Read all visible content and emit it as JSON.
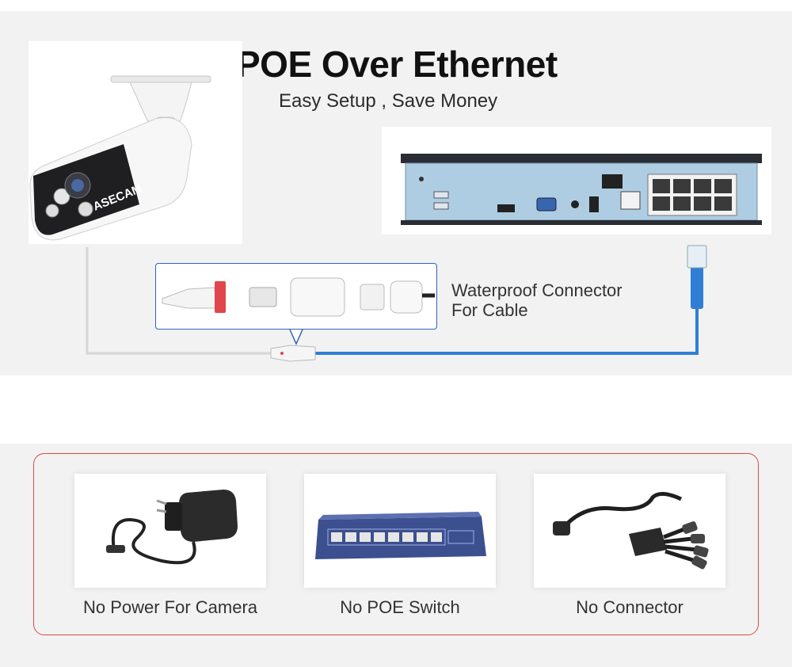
{
  "header": {
    "title": "POE Over Ethernet",
    "subtitle": "Easy Setup , Save Money"
  },
  "camera": {
    "brand": "ASECAM"
  },
  "callout": {
    "line1": "Waterproof Connector",
    "line2": "For Cable"
  },
  "items": [
    {
      "label": "No Power For Camera",
      "icon": "power-adapter-icon"
    },
    {
      "label": "No POE Switch",
      "icon": "poe-switch-icon"
    },
    {
      "label": "No Connector",
      "icon": "splitter-cable-icon"
    }
  ],
  "colors": {
    "panel_bg": "#f2f2f2",
    "frame_red": "#e0464b",
    "cable_blue": "#2f7fd6",
    "nvr_blue": "#aecde2",
    "callout_border": "#2f63b8"
  }
}
